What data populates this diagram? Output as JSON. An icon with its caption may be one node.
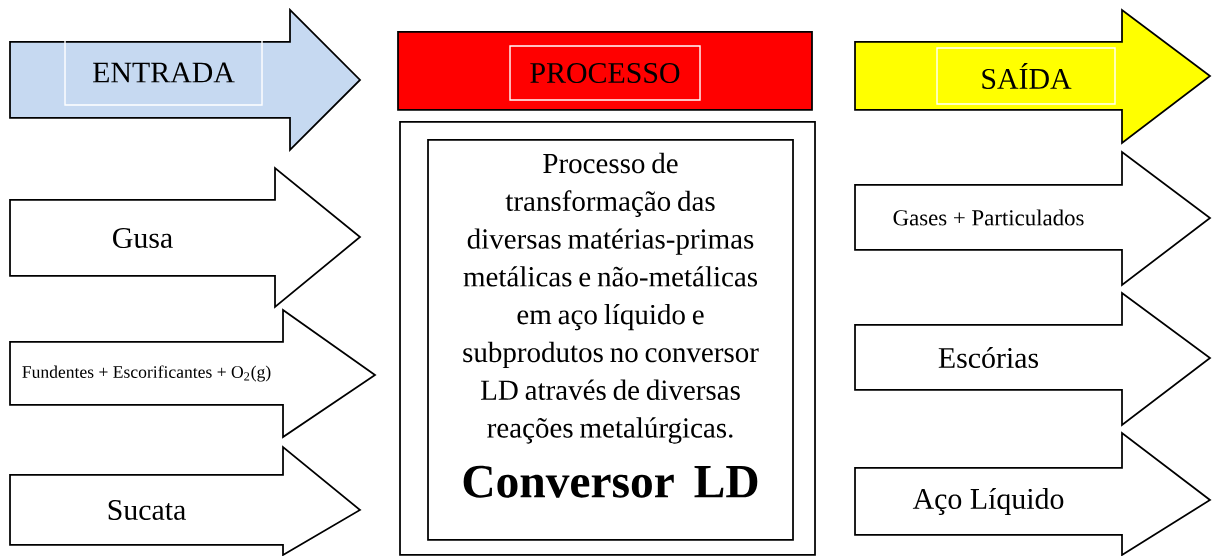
{
  "diagram": {
    "nodes": [
      {
        "text": [
          "ENTRADA"
        ]
      },
      {
        "text": [
          "PROCESSO"
        ]
      },
      {
        "text": [
          "SAÍDA"
        ]
      },
      {
        "text": [
          "Gusa"
        ]
      },
      {
        "text": [
          "Fundentes + Escorificantes + O$_{2}$(g)"
        ]
      },
      {
        "text": [
          "Sucata"
        ]
      },
      {
        "text": [],
        "shape": "box"
      },
      {
        "text": [
          "Processo de transformação das diversas matérias-primas metálicas e não-metálicas em aço líquido e subprodutos no conversor LD através de diversas reações metalúrgicas.",
          "Conversor LD"
        ],
        "in": 6
      },
      {
        "text": [
          "Gases + Particulados"
        ]
      },
      {
        "text": [
          "Escórias"
        ]
      },
      {
        "text": [
          "Aço Líquido"
        ]
      }
    ]
  }
}
